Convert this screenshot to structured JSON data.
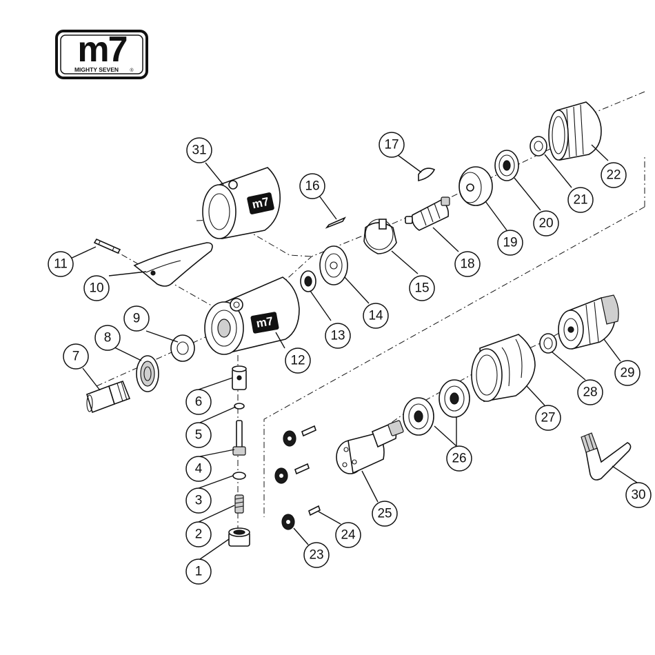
{
  "logo": {
    "mark": "m7",
    "brand": "MIGHTY SEVEN",
    "registered": "®"
  },
  "callouts": [
    "1",
    "2",
    "3",
    "4",
    "5",
    "6",
    "7",
    "8",
    "9",
    "10",
    "11",
    "12",
    "13",
    "14",
    "15",
    "16",
    "17",
    "18",
    "19",
    "20",
    "21",
    "22",
    "23",
    "24",
    "25",
    "26",
    "27",
    "28",
    "29",
    "30",
    "31"
  ],
  "housing_logo_text": "m7",
  "colors": {
    "ink": "#111111",
    "paper": "#ffffff",
    "shade": "#cfcfcf"
  }
}
